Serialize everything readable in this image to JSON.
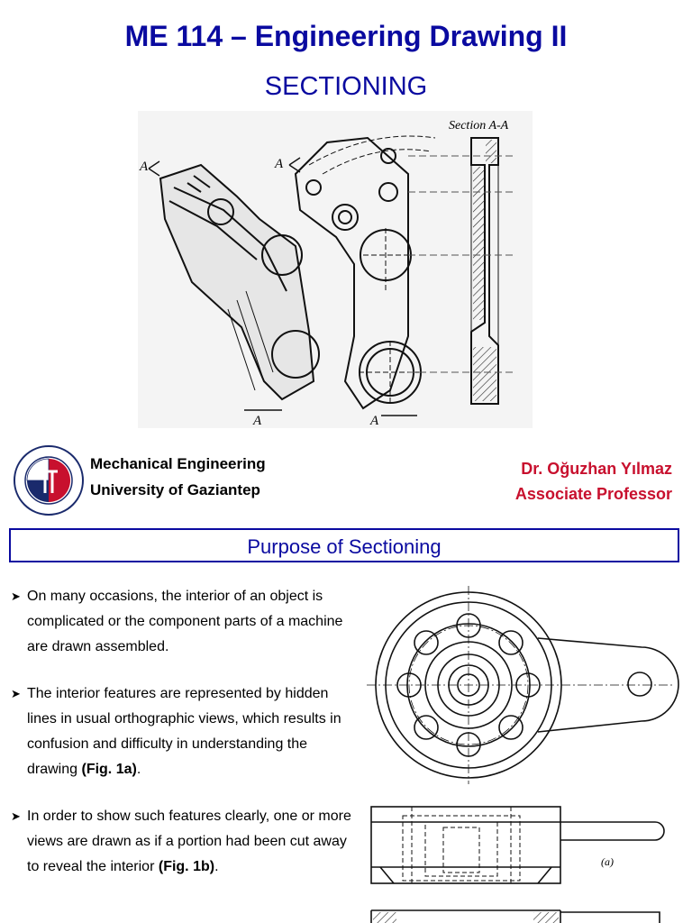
{
  "header": {
    "title": "ME 114 – Engineering Drawing II",
    "subtitle": "SECTIONING"
  },
  "figure_top": {
    "label_section": "Section A-A",
    "cut_labels": [
      "A",
      "A",
      "A",
      "A"
    ]
  },
  "institution": {
    "dept": "Mechanical Engineering",
    "university": "University of Gaziantep"
  },
  "instructor": {
    "name": "Dr. Oğuzhan Yılmaz",
    "title": "Associate Professor"
  },
  "section": {
    "heading": "Purpose of Sectioning"
  },
  "bullets": [
    {
      "text": "On many occasions, the interior of an object is complicated or the component parts of a machine are drawn assembled.",
      "ref": ""
    },
    {
      "text": "The interior features are represented by hidden lines in usual orthographic views, which results in confusion and difficulty in understanding the drawing ",
      "ref": "(Fig. 1a)",
      "end": "."
    },
    {
      "text": "In order to show such features clearly, one or more views are drawn as if a portion had been cut away to reveal the interior ",
      "ref": "(Fig. 1b)",
      "end": "."
    }
  ],
  "figure_right": {
    "label": "(a)"
  },
  "colors": {
    "title_blue": "#0a0aa0",
    "name_red": "#c8102e"
  }
}
